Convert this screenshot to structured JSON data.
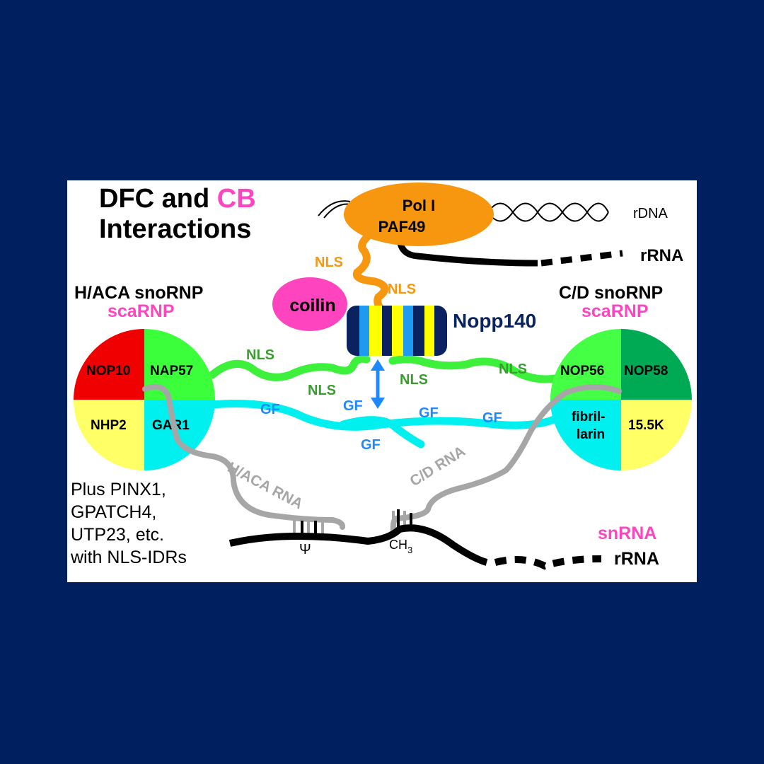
{
  "title": {
    "line1_prefix": "DFC and ",
    "line1_highlight": "CB",
    "line2": "Interactions"
  },
  "pol1": {
    "line1": "Pol I",
    "line2": "PAF49"
  },
  "rdna_label": "rDNA",
  "rrna_top_label": "rRNA",
  "rrna_bottom_label": "rRNA",
  "snrna_label": "snRNA",
  "coilin_label": "coilin",
  "nopp140_label": "Nopp140",
  "haca": {
    "title": "H/ACA snoRNP",
    "subtitle": "scaRNP",
    "quadrants": [
      "NOP10",
      "NAP57",
      "NHP2",
      "GAR1"
    ],
    "rna_label": "H/ACA RNA"
  },
  "cd": {
    "title": "C/D snoRNP",
    "subtitle": "scaRNP",
    "quadrants": [
      "NOP56",
      "NOP58",
      "fibril-",
      "larin",
      "15.5K"
    ],
    "rna_label": "C/D RNA"
  },
  "nls_labels": [
    "NLS",
    "NLS",
    "NLS",
    "NLS",
    "NLS",
    "NLS"
  ],
  "gf_labels": [
    "GF",
    "GF",
    "GF",
    "GF",
    "GF"
  ],
  "psi_label": "Ψ",
  "ch3_label": "CH",
  "ch3_sub": "3",
  "note_lines": [
    "Plus PINX1,",
    "GPATCH4,",
    "UTP23, etc.",
    "with NLS-IDRs"
  ],
  "colors": {
    "background": "#001f5e",
    "orange": "#f7960f",
    "pink": "#ff44c0",
    "green": "#3cf03c",
    "cyan": "#00f0f0",
    "navy": "#0a2260"
  }
}
